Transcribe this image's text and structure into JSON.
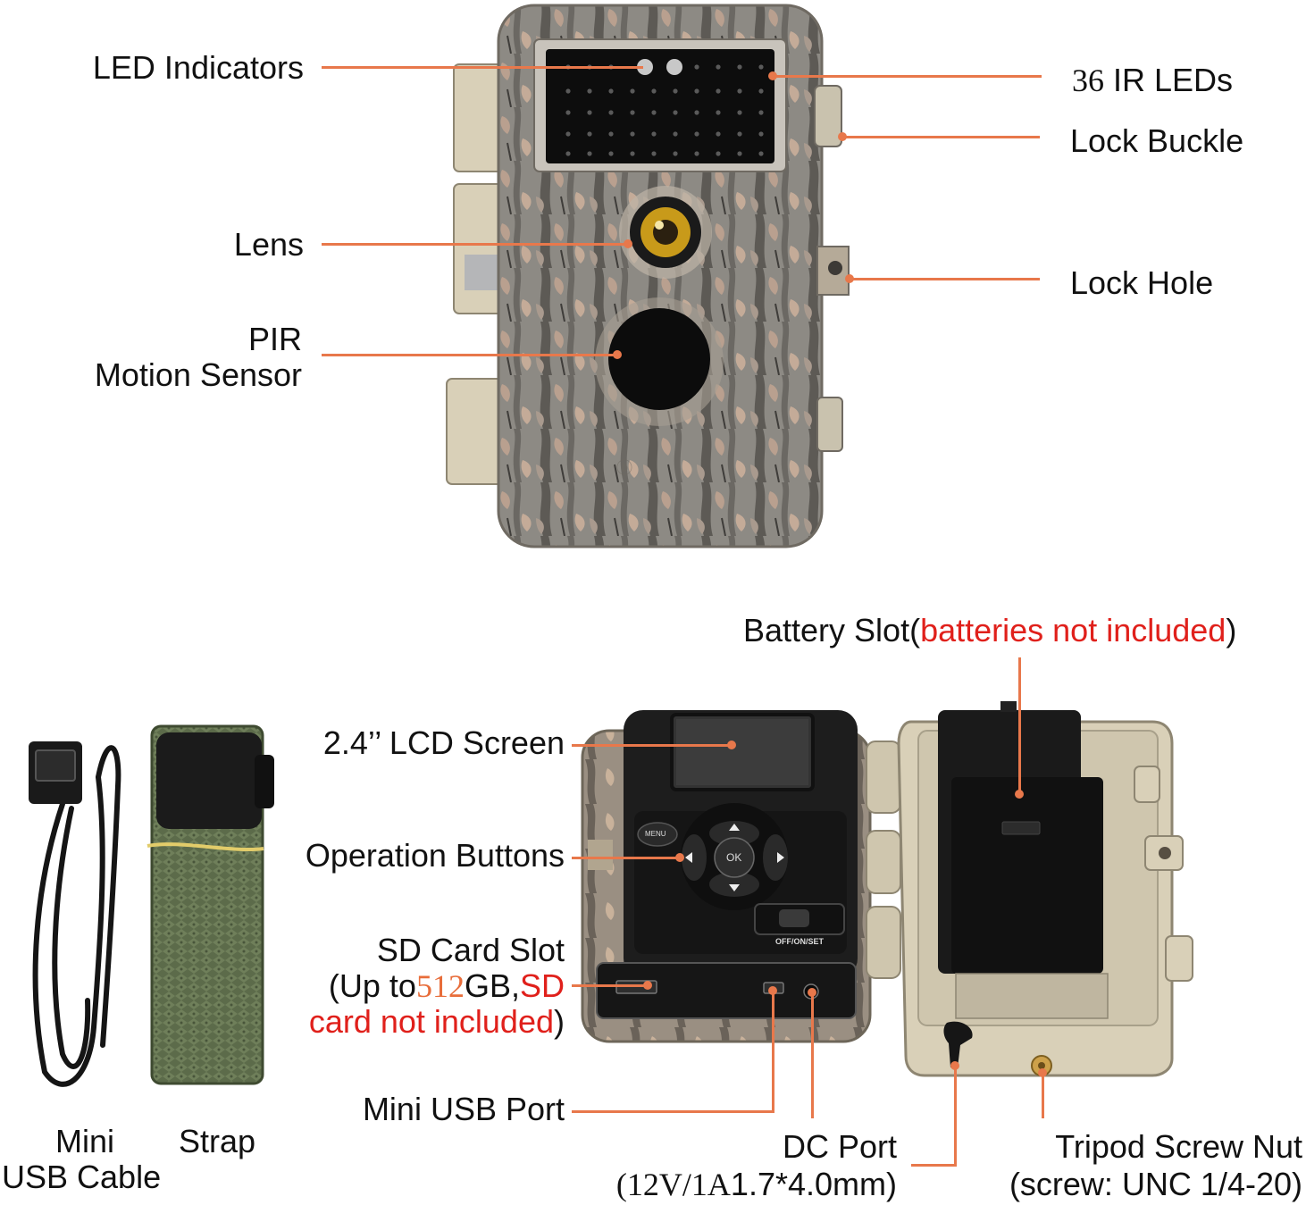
{
  "colors": {
    "leader_line": "#e8784b",
    "highlight_red": "#e0201b",
    "capacity_orange": "#e86d3a",
    "camo_base": "#8d8a84"
  },
  "front_view": {
    "led_indicators": "LED Indicators",
    "lens": "Lens",
    "pir_line1": "PIR",
    "pir_line2": "Motion Sensor",
    "ir_count": "36",
    "ir_text": "IR LEDs",
    "lock_buckle": "Lock Buckle",
    "lock_hole": "Lock Hole"
  },
  "inside_view": {
    "battery_prefix": "Battery Slot(",
    "battery_red": "batteries not included",
    "battery_suffix": ")",
    "lcd_screen": "2.4’’ LCD Screen",
    "operation_buttons": "Operation Buttons",
    "sd_line1": "SD Card Slot",
    "sd_line2_prefix": "(Up to",
    "sd_capacity": "512",
    "sd_unit": "GB,",
    "sd_red_1": "SD",
    "sd_red_2": "card not included",
    "sd_close": ")",
    "mini_usb_port": "Mini USB Port",
    "dc_port": "DC Port",
    "dc_spec_serif": "(12V/1A",
    "dc_spec_rest": "1.7*4.0mm)",
    "tripod_line1": "Tripod Screw Nut",
    "tripod_line2": "(screw: UNC 1/4-20)",
    "button_menu": "MENU",
    "button_ok": "OK",
    "switch_label": "OFF/ON/SET"
  },
  "accessories": {
    "cable_line1": "Mini",
    "cable_line2": "USB Cable",
    "strap": "Strap"
  }
}
